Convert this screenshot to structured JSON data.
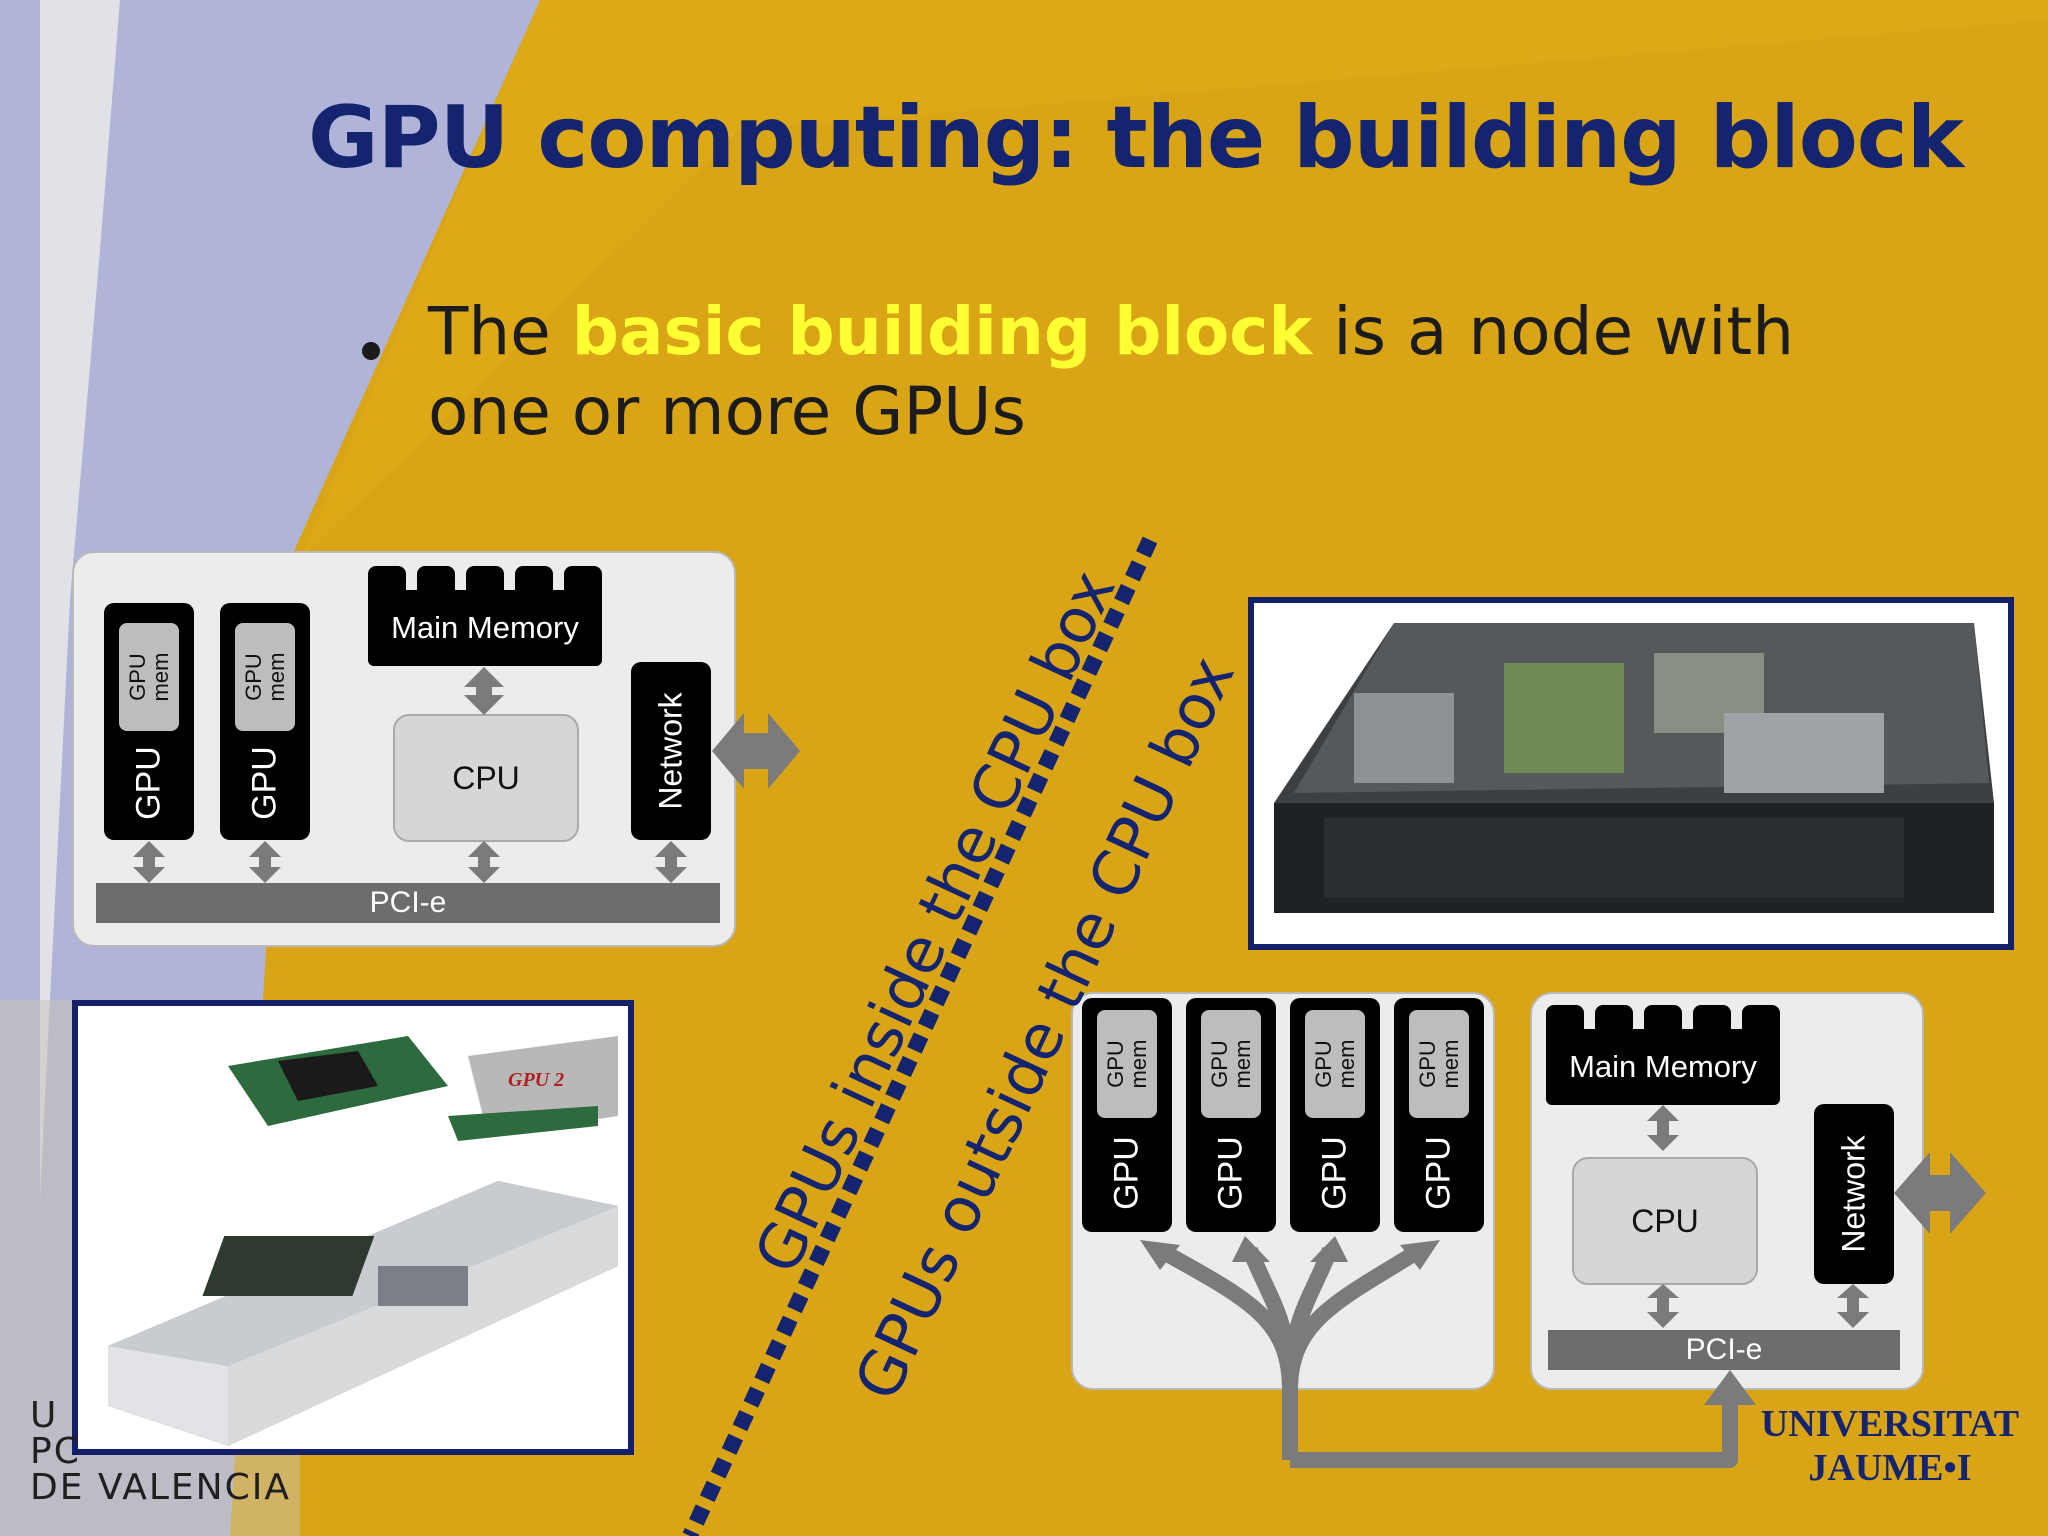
{
  "title": "GPU computing: the building block",
  "bullet": {
    "pre": "The ",
    "highlight": "basic building block",
    "post": " is a node with one or more GPUs"
  },
  "diagram_inside": {
    "gpu_label": "GPU",
    "gpu_mem_line1": "GPU",
    "gpu_mem_line2": "mem",
    "main_memory": "Main Memory",
    "cpu": "CPU",
    "network": "Network",
    "pcie": "PCI-e"
  },
  "diagram_outside": {
    "gpu_label": "GPU",
    "gpu_mem_line1": "GPU",
    "gpu_mem_line2": "mem",
    "main_memory": "Main Memory",
    "cpu": "CPU",
    "network": "Network",
    "pcie": "PCI-e"
  },
  "divider": {
    "inside_label": "GPUs inside the CPU box",
    "outside_label": "GPUs outside the CPU box"
  },
  "photo_labels": {
    "gpu2": "GPU 2"
  },
  "logos": {
    "left_line1": "U",
    "left_line2": "PC",
    "left_line3": "DE VALENCIA",
    "right_line1": "UNIVERSITAT",
    "right_line2": "JAUME•I"
  },
  "colors": {
    "background": "#d9a516",
    "title": "#15246e",
    "highlight": "#ffff33",
    "divider": "#15246e"
  }
}
